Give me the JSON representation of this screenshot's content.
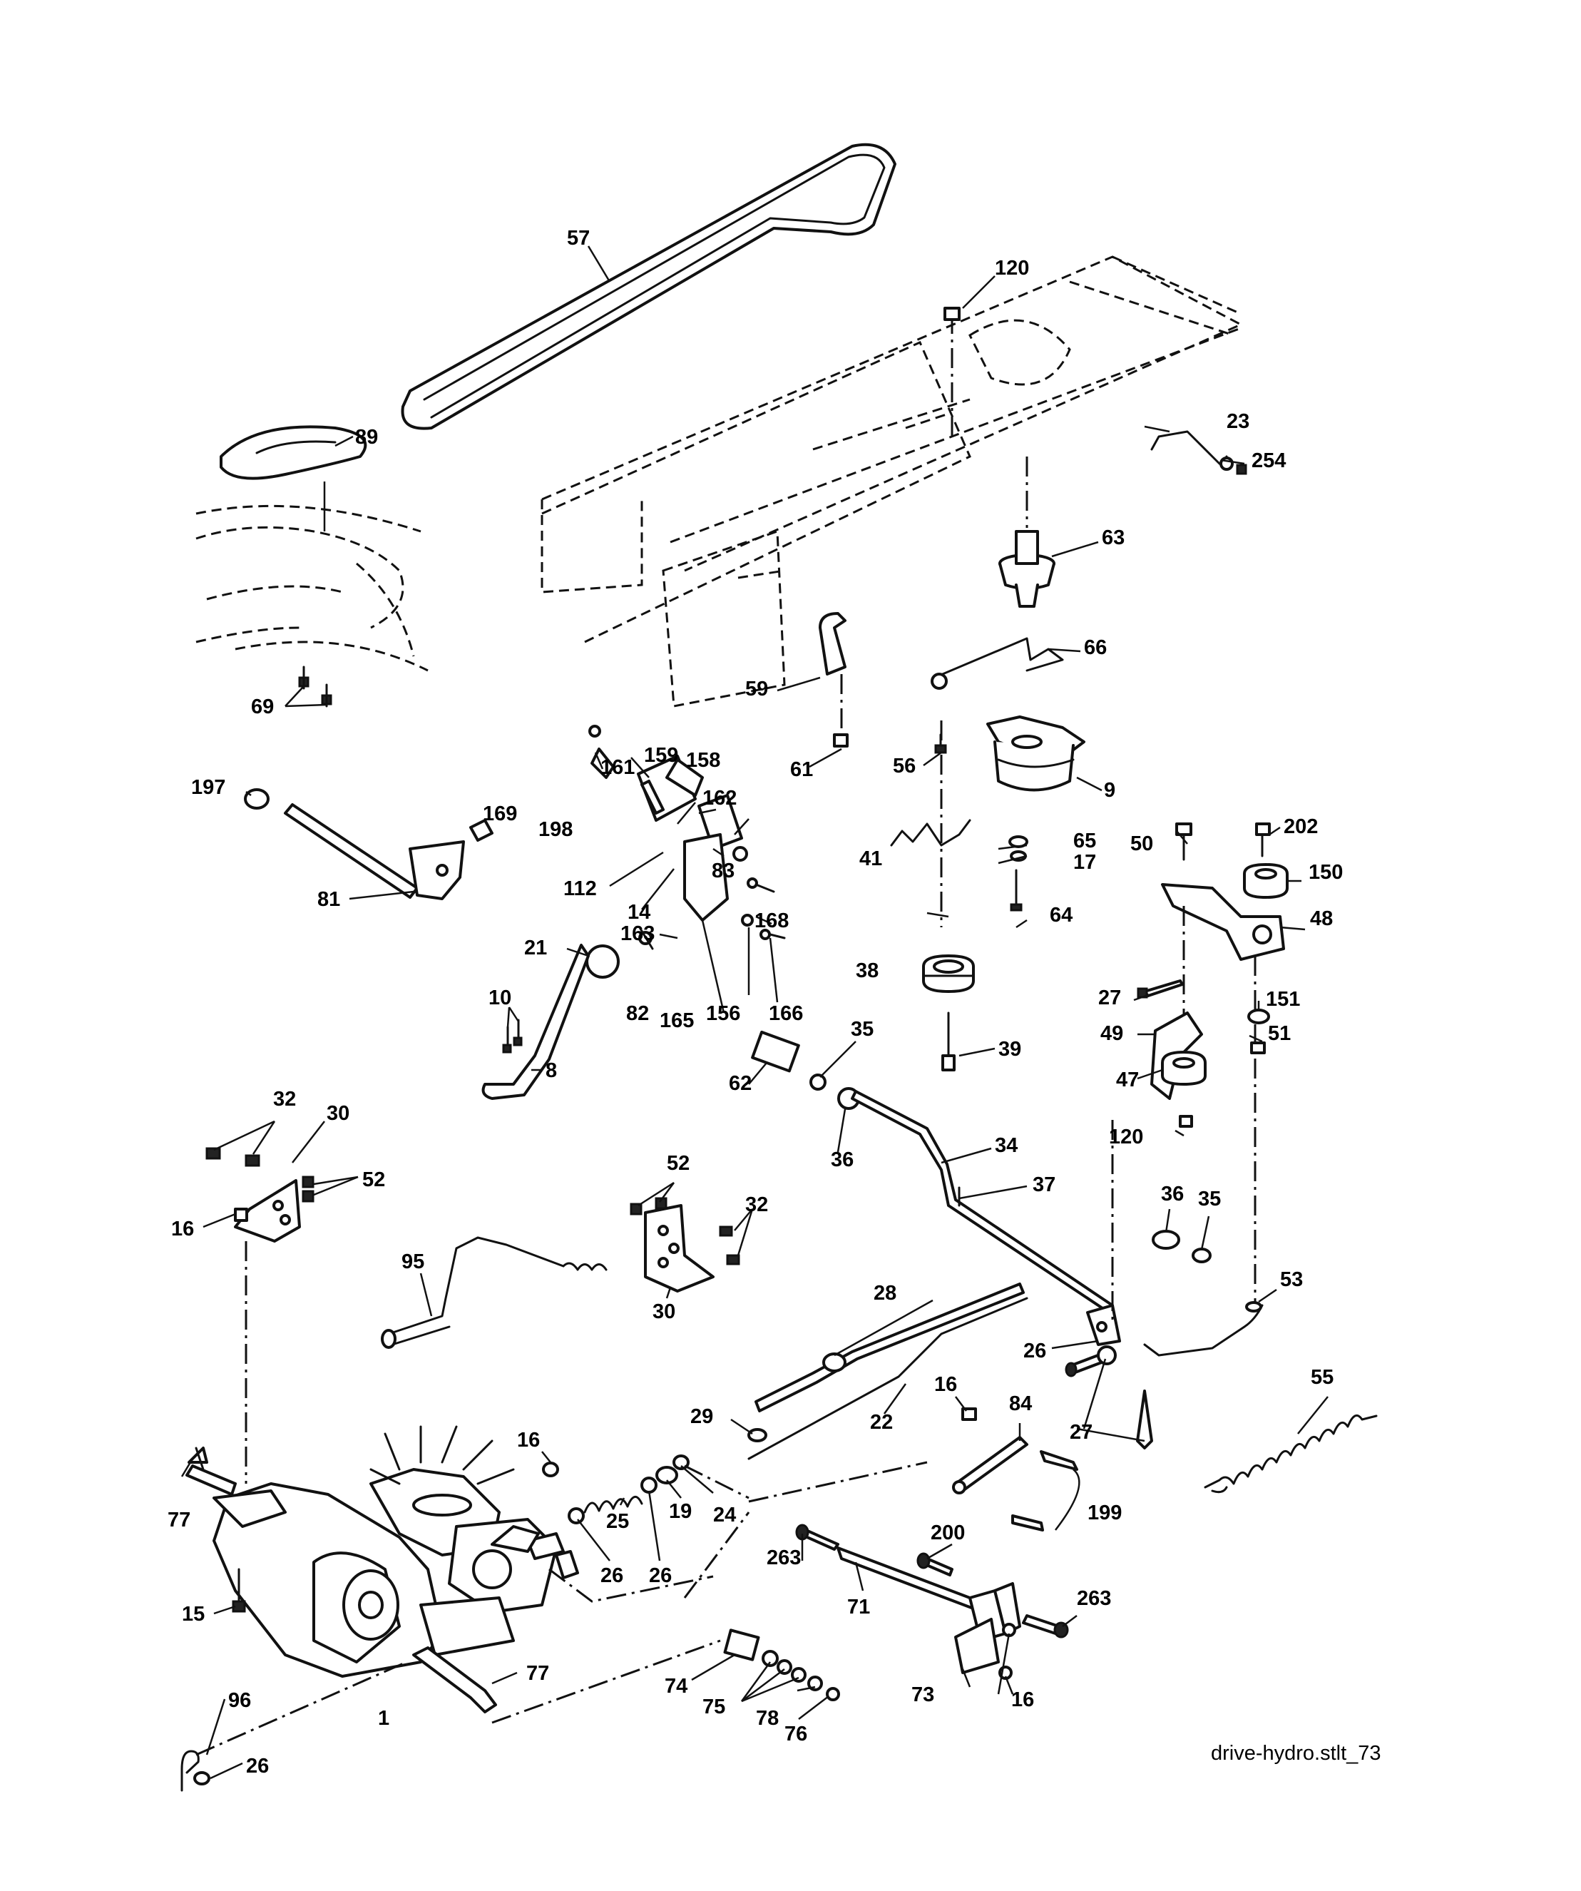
{
  "caption": "drive-hydro.stlt_73",
  "callouts": {
    "c57": "57",
    "c120a": "120",
    "c89": "89",
    "c23": "23",
    "c254": "254",
    "c63": "63",
    "c66": "66",
    "c59": "59",
    "c69": "69",
    "c61": "61",
    "c56": "56",
    "c9": "9",
    "c197": "197",
    "c161": "161",
    "c159": "159",
    "c158": "158",
    "c169": "169",
    "c162": "162",
    "c198": "198",
    "c65": "65",
    "c17": "17",
    "c41": "41",
    "c50": "50",
    "c202": "202",
    "c150": "150",
    "c81": "81",
    "c112": "112",
    "c14": "14",
    "c83": "83",
    "c64": "64",
    "c48": "48",
    "c21": "21",
    "c163": "163",
    "c168": "168",
    "c38": "38",
    "c10": "10",
    "c82": "82",
    "c165": "165",
    "c156": "156",
    "c166": "166",
    "c27a": "27",
    "c151": "151",
    "c8": "8",
    "c39": "39",
    "c49": "49",
    "c51": "51",
    "c35a": "35",
    "c47": "47",
    "c62": "62",
    "c32a": "32",
    "c30a": "30",
    "c36a": "36",
    "c34": "34",
    "c120b": "120",
    "c52a": "52",
    "c16a": "16",
    "c52b": "52",
    "c37": "37",
    "c36b": "36",
    "c35b": "35",
    "c32b": "32",
    "c95": "95",
    "c30b": "30",
    "c53": "53",
    "c28": "28",
    "c26a": "26",
    "c55": "55",
    "c16b": "16",
    "c84": "84",
    "c29": "29",
    "c22": "22",
    "c27b": "27",
    "c16c": "16",
    "c199": "199",
    "c77a": "77",
    "c25": "25",
    "c19": "19",
    "c24": "24",
    "c200": "200",
    "c26b": "26",
    "c26c": "26",
    "c263a": "263",
    "c15": "15",
    "c71": "71",
    "c263b": "263",
    "c77b": "77",
    "c74": "74",
    "c73": "73",
    "c75": "75",
    "c78": "78",
    "c16d": "16",
    "c96": "96",
    "c1": "1",
    "c76": "76",
    "c26d": "26"
  }
}
